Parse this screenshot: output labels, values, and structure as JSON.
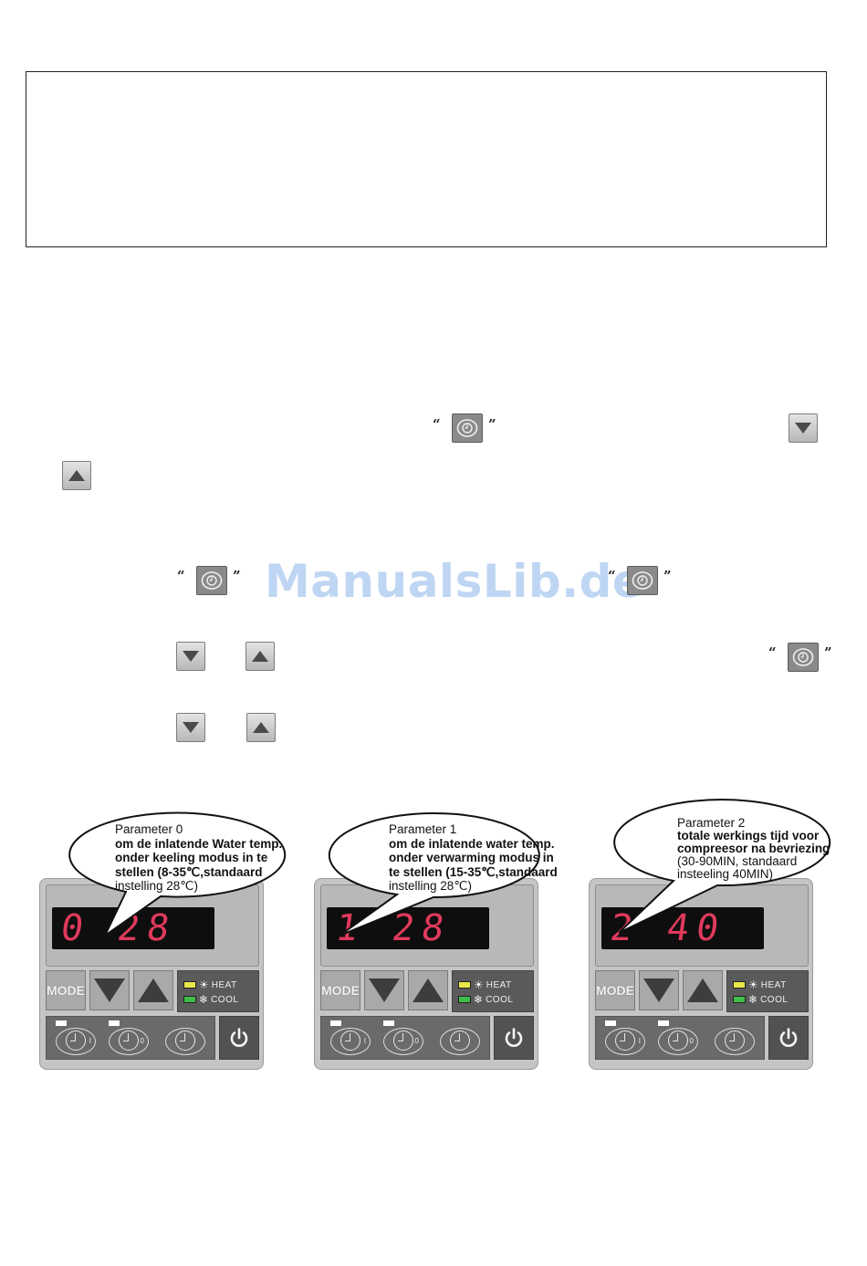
{
  "watermark": "ManualsLib.de",
  "quotes": {
    "open": "“",
    "close": "”"
  },
  "icons": {
    "timer": "timer-clock-icon",
    "down": "down-arrow-icon",
    "up": "up-arrow-icon",
    "power": "power-icon",
    "heat": "sun-icon",
    "cool": "snowflake-icon"
  },
  "colors": {
    "lcd_digits": "#e03a5c",
    "heat_led": "#e8e84a",
    "cool_led": "#3fbf4a",
    "watermark": "#a9c9ef"
  },
  "controller": {
    "mode_label": "MODE",
    "heat_label": "HEAT",
    "cool_label": "COOL",
    "timer_sub_1": "I",
    "timer_sub_2": "0"
  },
  "panels": [
    {
      "param": "0",
      "value": "28",
      "bubble_lines": [
        {
          "text": "Parameter 0",
          "bold": false
        },
        {
          "text": "om de inlatende  Water temp.",
          "bold": true
        },
        {
          "text": "onder keeling modus  in te",
          "bold": true
        },
        {
          "text": "stellen (8-35℃,standaard",
          "bold": true
        },
        {
          "text": "instelling 28℃)",
          "bold": false
        }
      ]
    },
    {
      "param": "1",
      "value": "28",
      "bubble_lines": [
        {
          "text": "Parameter 1",
          "bold": false
        },
        {
          "text": "om de inlatende  water temp.",
          "bold": true
        },
        {
          "text": "onder verwarming modus in",
          "bold": true
        },
        {
          "text": "te stellen (15-35℃,standaard",
          "bold": true
        },
        {
          "text": "instelling 28℃)",
          "bold": false
        }
      ]
    },
    {
      "param": "2",
      "value": "40",
      "bubble_lines": [
        {
          "text": "Parameter 2",
          "bold": false
        },
        {
          "text": "totale werkings tijd voor",
          "bold": true
        },
        {
          "text": "compreesor na bevriezing",
          "bold": true
        },
        {
          "text": "(30-90MIN, standaard",
          "bold": false
        },
        {
          "text": "insteeling 40MIN)",
          "bold": false
        }
      ]
    }
  ]
}
